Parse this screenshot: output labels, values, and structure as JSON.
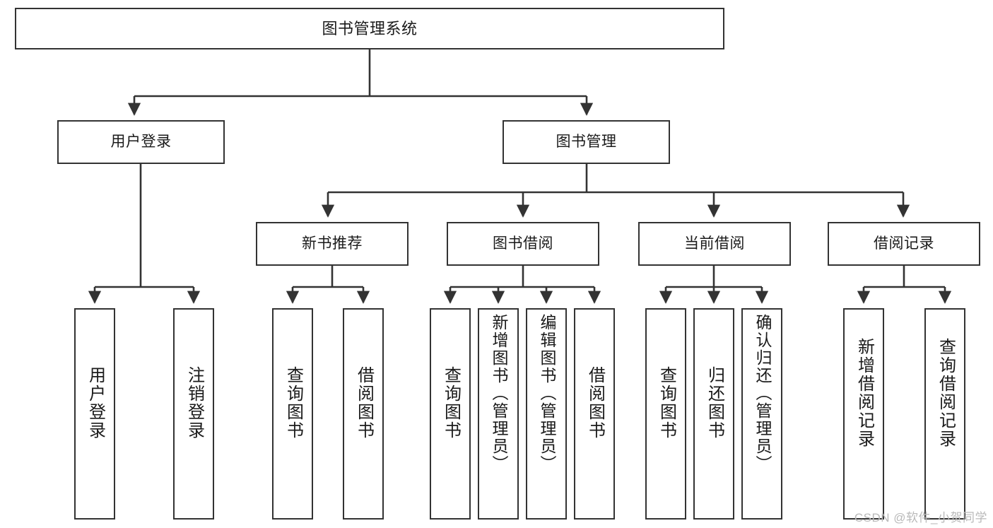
{
  "diagram": {
    "type": "tree-hierarchy",
    "title": "图书管理系统",
    "watermark": "CSDN @软件_小贺同学",
    "root": {
      "id": "root",
      "label": "图书管理系统"
    },
    "level1": [
      {
        "id": "user-login",
        "label": "用户登录"
      },
      {
        "id": "book-manage",
        "label": "图书管理"
      }
    ],
    "level2": [
      {
        "id": "new-book-rec",
        "label": "新书推荐"
      },
      {
        "id": "book-borrow",
        "label": "图书借阅"
      },
      {
        "id": "current-borrow",
        "label": "当前借阅"
      },
      {
        "id": "borrow-record",
        "label": "借阅记录"
      }
    ],
    "leaves": [
      {
        "id": "leaf-user-login",
        "parent": "user-login",
        "label": "用户登录"
      },
      {
        "id": "leaf-logout",
        "parent": "user-login",
        "label": "注销登录"
      },
      {
        "id": "leaf-query-book-1",
        "parent": "new-book-rec",
        "label": "查询图书"
      },
      {
        "id": "leaf-borrow-book-1",
        "parent": "new-book-rec",
        "label": "借阅图书"
      },
      {
        "id": "leaf-query-book-2",
        "parent": "book-borrow",
        "label": "查询图书"
      },
      {
        "id": "leaf-add-book",
        "parent": "book-borrow",
        "label": "新增图书（管理员）"
      },
      {
        "id": "leaf-edit-book",
        "parent": "book-borrow",
        "label": "编辑图书（管理员）"
      },
      {
        "id": "leaf-borrow-book-2",
        "parent": "book-borrow",
        "label": "借阅图书"
      },
      {
        "id": "leaf-query-book-3",
        "parent": "current-borrow",
        "label": "查询图书"
      },
      {
        "id": "leaf-return-book",
        "parent": "current-borrow",
        "label": "归还图书"
      },
      {
        "id": "leaf-confirm-return",
        "parent": "current-borrow",
        "label": "确认归还（管理员）"
      },
      {
        "id": "leaf-add-record",
        "parent": "borrow-record",
        "label": "新增借阅记录"
      },
      {
        "id": "leaf-query-record",
        "parent": "borrow-record",
        "label": "查询借阅记录"
      }
    ],
    "colors": {
      "border": "#333333",
      "text": "#1a1a1a",
      "background": "#ffffff",
      "edge": "#333333",
      "watermark": "#b9b9b9"
    }
  }
}
